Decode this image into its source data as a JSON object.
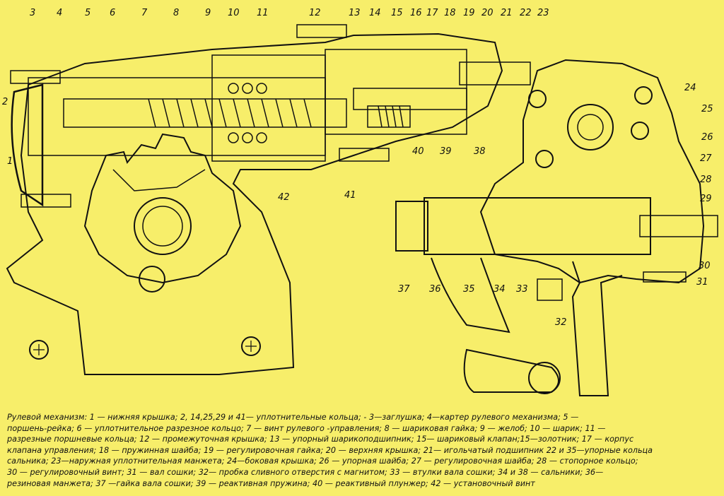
{
  "diagram": {
    "callouts": [
      "1",
      "2",
      "3",
      "4",
      "5",
      "6",
      "7",
      "8",
      "9",
      "10",
      "11",
      "12",
      "13",
      "14",
      "15",
      "16",
      "17",
      "18",
      "19",
      "20",
      "21",
      "22",
      "23",
      "24",
      "25",
      "26",
      "27",
      "28",
      "29",
      "30",
      "31",
      "32",
      "33",
      "34",
      "35",
      "36",
      "37",
      "38",
      "39",
      "40",
      "41",
      "42"
    ]
  },
  "caption": {
    "lines": [
      "Рулевой механизм: 1 — нижняя крышка; 2, 14,25,29 и 41— уплотнительные кольца; - 3—заглушка; 4—картер рулевого механизма; 5 —",
      "поршень-рейка; 6 — уплотнительное разрезное кольцо; 7 — винт рулевого -управления; 8 — шариковая гайка; 9 — желоб; 10 — шарик; 11 —",
      "разрезные поршневые кольца; 12 — промежуточная крышка; 13 — упорный шарикоподшипник; 15— шариковый клапан;15—золотник; 17 — корпус",
      "клапана управления; 18 — пружинная шайба; 19 — регулировочная гайка; 20 — верхняя крышка; 21— игольчатый подшипник 22 и 35—упорные кольца",
      "сальника; 23—наружная уплотнительная манжета; 24—боковая крышка; 26 — упорная шайба; 27 — регулировочная шайба; 28 — стопорное кольцо;",
      "30 — регулировочный винт; 31 — вал сошки; 32— пробка сливного отверстия с магнитом; 33 — втулки вала сошки; 34 и 38 — сальники; 36—",
      "резиновая манжета; 37 —гайка вала сошки; 39 — реактивная пружина; 40 — реактивный плунжер; 42 — установочный винт"
    ]
  }
}
